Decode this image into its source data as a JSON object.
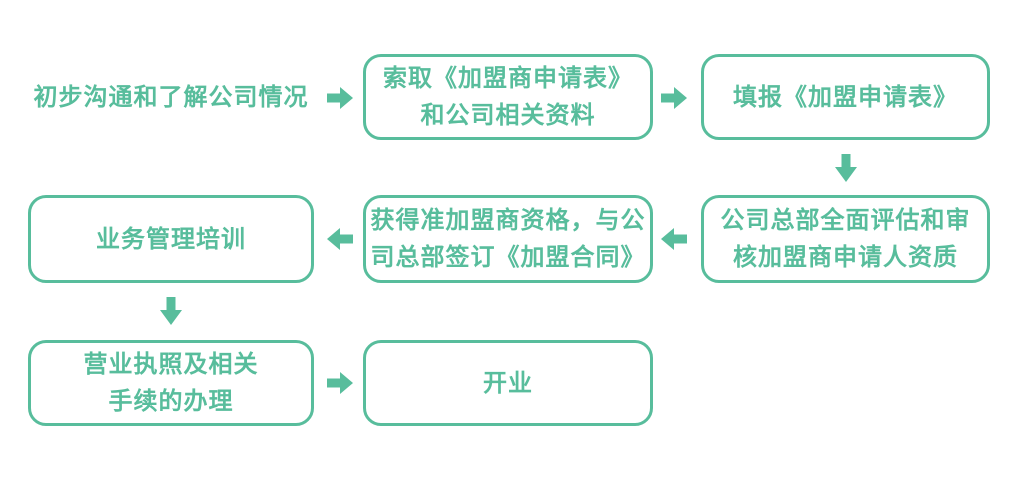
{
  "colors": {
    "accent_green": "#58BD9C",
    "background": "#FFFFFF"
  },
  "flowchart": {
    "steps": [
      {
        "id": "initial-communication",
        "boxed": false,
        "lines": [
          "初步沟通和了解公司情况"
        ]
      },
      {
        "id": "request-application-form",
        "boxed": true,
        "lines": [
          "索取《加盟商申请表》",
          "和公司相关资料"
        ]
      },
      {
        "id": "fill-application-form",
        "boxed": true,
        "lines": [
          "填报《加盟申请表》"
        ]
      },
      {
        "id": "hq-evaluation",
        "boxed": true,
        "lines": [
          "公司总部全面评估和审",
          "核加盟商申请人资质"
        ]
      },
      {
        "id": "sign-franchise-contract",
        "boxed": true,
        "lines": [
          "获得准加盟商资格，与公",
          "司总部签订《加盟合同》"
        ]
      },
      {
        "id": "management-training",
        "boxed": true,
        "lines": [
          "业务管理培训"
        ]
      },
      {
        "id": "business-license",
        "boxed": true,
        "lines": [
          "营业执照及相关",
          "手续的办理"
        ]
      },
      {
        "id": "opening",
        "boxed": true,
        "lines": [
          "开业"
        ]
      }
    ],
    "connectors": [
      {
        "from": "initial-communication",
        "to": "request-application-form",
        "direction": "right"
      },
      {
        "from": "request-application-form",
        "to": "fill-application-form",
        "direction": "right"
      },
      {
        "from": "fill-application-form",
        "to": "hq-evaluation",
        "direction": "down"
      },
      {
        "from": "hq-evaluation",
        "to": "sign-franchise-contract",
        "direction": "left"
      },
      {
        "from": "sign-franchise-contract",
        "to": "management-training",
        "direction": "left"
      },
      {
        "from": "management-training",
        "to": "business-license",
        "direction": "down"
      },
      {
        "from": "business-license",
        "to": "opening",
        "direction": "right"
      }
    ]
  }
}
